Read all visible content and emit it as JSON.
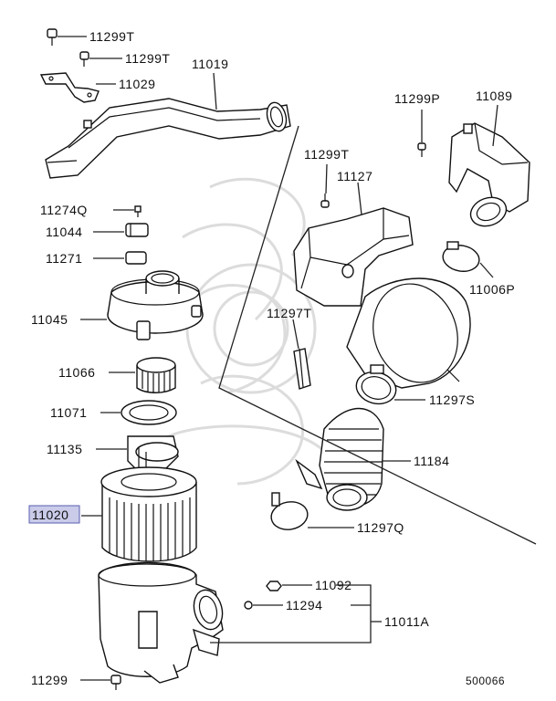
{
  "diagram": {
    "figure_number": "500066",
    "highlighted_part": "11020",
    "labels": {
      "p11299T_a": "11299T",
      "p11299T_b": "11299T",
      "p11019": "11019",
      "p11029": "11029",
      "p11299P": "11299P",
      "p11089": "11089",
      "p11299T_c": "11299T",
      "p11127": "11127",
      "p11274Q": "11274Q",
      "p11044": "11044",
      "p11271": "11271",
      "p11006P": "11006P",
      "p11045": "11045",
      "p11297T": "11297T",
      "p11066": "11066",
      "p11297S": "11297S",
      "p11071": "11071",
      "p11135": "11135",
      "p11184": "11184",
      "p11020": "11020",
      "p11297Q": "11297Q",
      "p11092": "11092",
      "p11294": "11294",
      "p11011A": "11011A",
      "p11299": "11299"
    }
  }
}
